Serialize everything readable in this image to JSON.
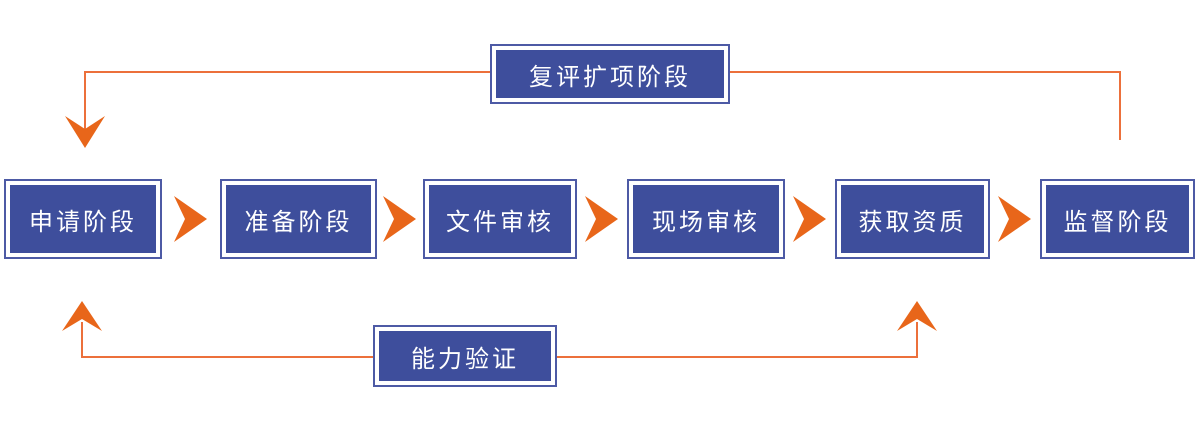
{
  "diagram": {
    "main_flow": [
      {
        "label": "申请阶段"
      },
      {
        "label": "准备阶段"
      },
      {
        "label": "文件审核"
      },
      {
        "label": "现场审核"
      },
      {
        "label": "获取资质"
      },
      {
        "label": "监督阶段"
      }
    ],
    "top_feedback": {
      "label": "复评扩项阶段"
    },
    "bottom_feedback": {
      "label": "能力验证"
    },
    "colors": {
      "box_fill": "#3E4E9C",
      "box_border": "#4D5AA5",
      "arrow": "#E8661A",
      "line": "#EC703B",
      "text": "#FFFFFF"
    }
  }
}
